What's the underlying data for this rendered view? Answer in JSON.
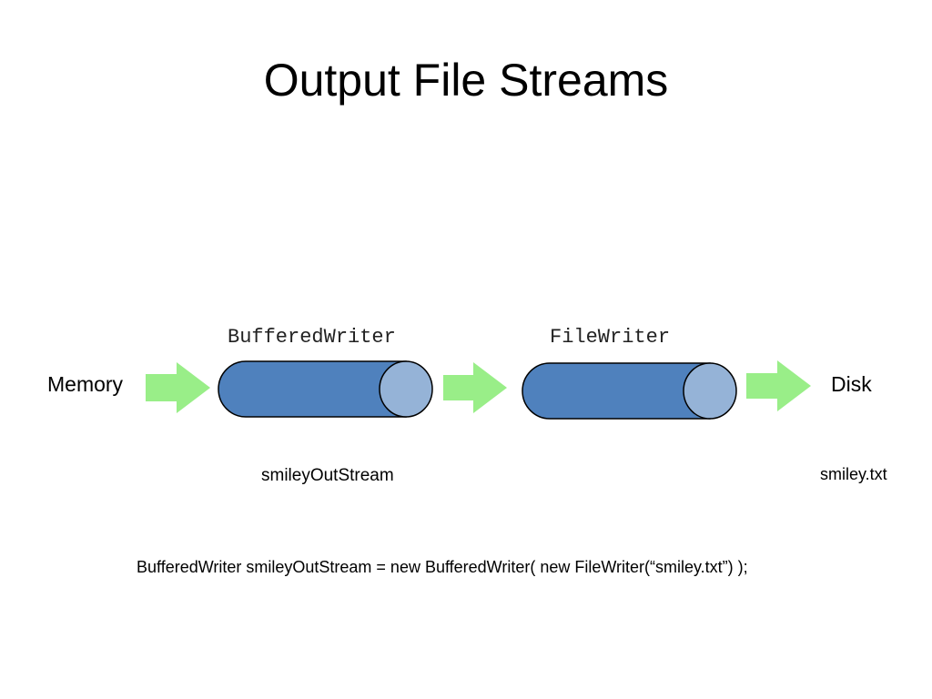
{
  "slide": {
    "title": "Output File Streams",
    "memory_label": "Memory",
    "disk_label": "Disk",
    "buffered_writer_label": "BufferedWriter",
    "file_writer_label": "FileWriter",
    "stream_variable_label": "smileyOutStream",
    "file_name_label": "smiley.txt",
    "code_line": "BufferedWriter smileyOutStream = new BufferedWriter( new FileWriter(“smiley.txt”) );"
  },
  "colors": {
    "arrow_fill": "#99ee88",
    "cylinder_body": "#4f81bd",
    "cylinder_end": "#95b3d7",
    "outline": "#000000"
  },
  "icons": {
    "flow_arrow": "right-arrow-icon",
    "stream": "cylinder-icon"
  }
}
